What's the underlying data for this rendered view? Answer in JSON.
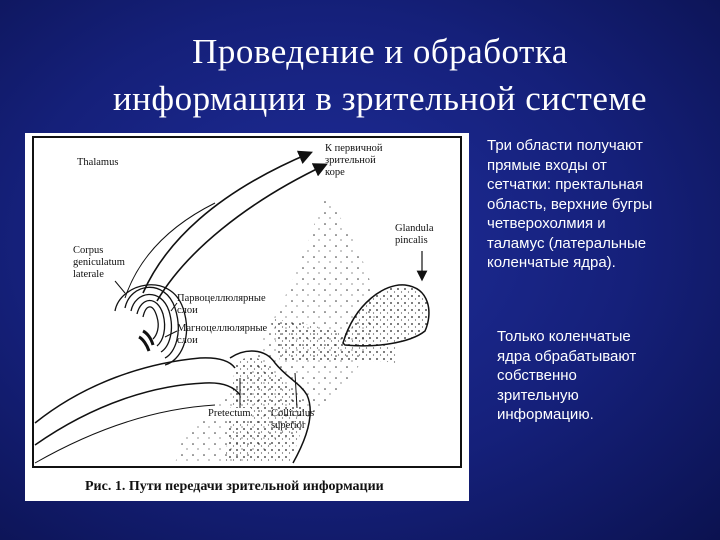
{
  "slide": {
    "title_lines": [
      "Проведение и обработка",
      "информации в зрительной системе"
    ]
  },
  "figure": {
    "labels": {
      "thalamus": "Thalamus",
      "cortex": "К первичной\nзрительной\nкоре",
      "glandula": "Glandula\npincalis",
      "corpus": "Corpus\ngeniculatum\nlaterale",
      "parvo": "Парвоцеллюлярные\nслои",
      "magno": "Магноцеллюлярные\nслои",
      "pretectum": "Pretectum",
      "colliculus": "Colliculus\nsuperior"
    },
    "caption": "Рис. 1. Пути передачи зрительной информации"
  },
  "text": {
    "para1_lines": [
      "Три области получают",
      "прямые входы от",
      "сетчатки: пректаль­ная",
      "область, верхние бугры",
      "четверохолмия и",
      "таламус (латеральные",
      "коленчатые ядра)."
    ],
    "para2_lines": [
      "Только коленчатые",
      "ядра обрабатывают",
      "собственно",
      "зрительную",
      "информацию."
    ]
  },
  "colors": {
    "background": "#15207a",
    "text": "#ffffff"
  }
}
